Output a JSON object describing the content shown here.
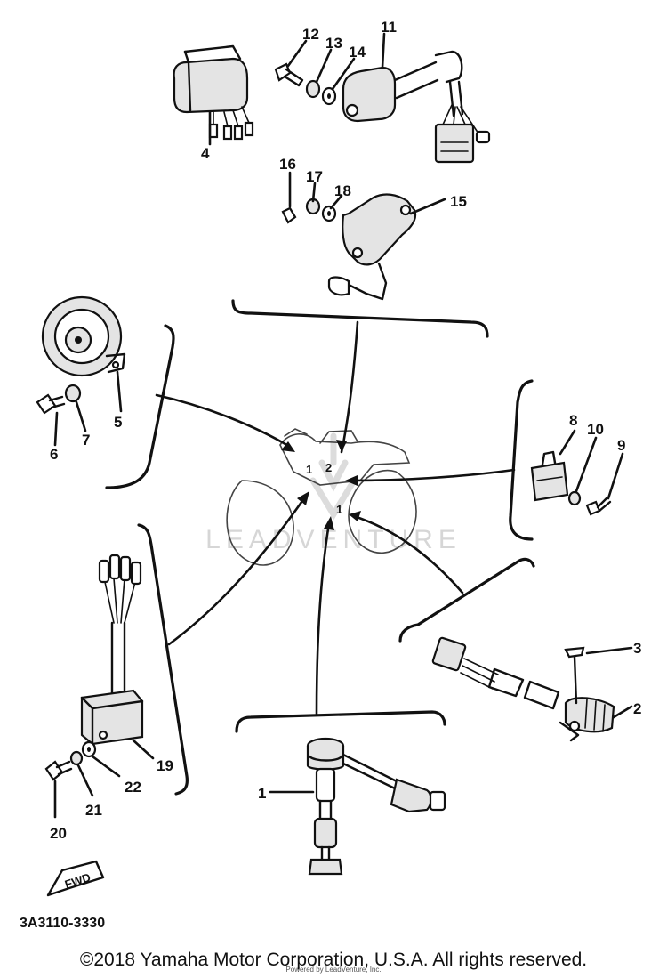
{
  "watermark": "LEADVENTURE",
  "part_code": "3A3110-3330",
  "direction_mark": "FWD",
  "copyright": "©2018 Yamaha Motor Corporation, U.S.A. All rights reserved.",
  "copyright_overlay": "Powered by LeadVenture, Inc.",
  "callouts": {
    "c1": "1",
    "c2": "2",
    "c3": "3",
    "c4": "4",
    "c5": "5",
    "c6": "6",
    "c7": "7",
    "c8": "8",
    "c9": "9",
    "c10": "10",
    "c11": "11",
    "c12": "12",
    "c13": "13",
    "c14": "14",
    "c15": "15",
    "c16": "16",
    "c17": "17",
    "c18": "18",
    "c19": "19",
    "c20": "20",
    "c21": "21",
    "c22": "22"
  },
  "bike_marks": {
    "m1": "1",
    "m2": "2",
    "m3": "1"
  }
}
